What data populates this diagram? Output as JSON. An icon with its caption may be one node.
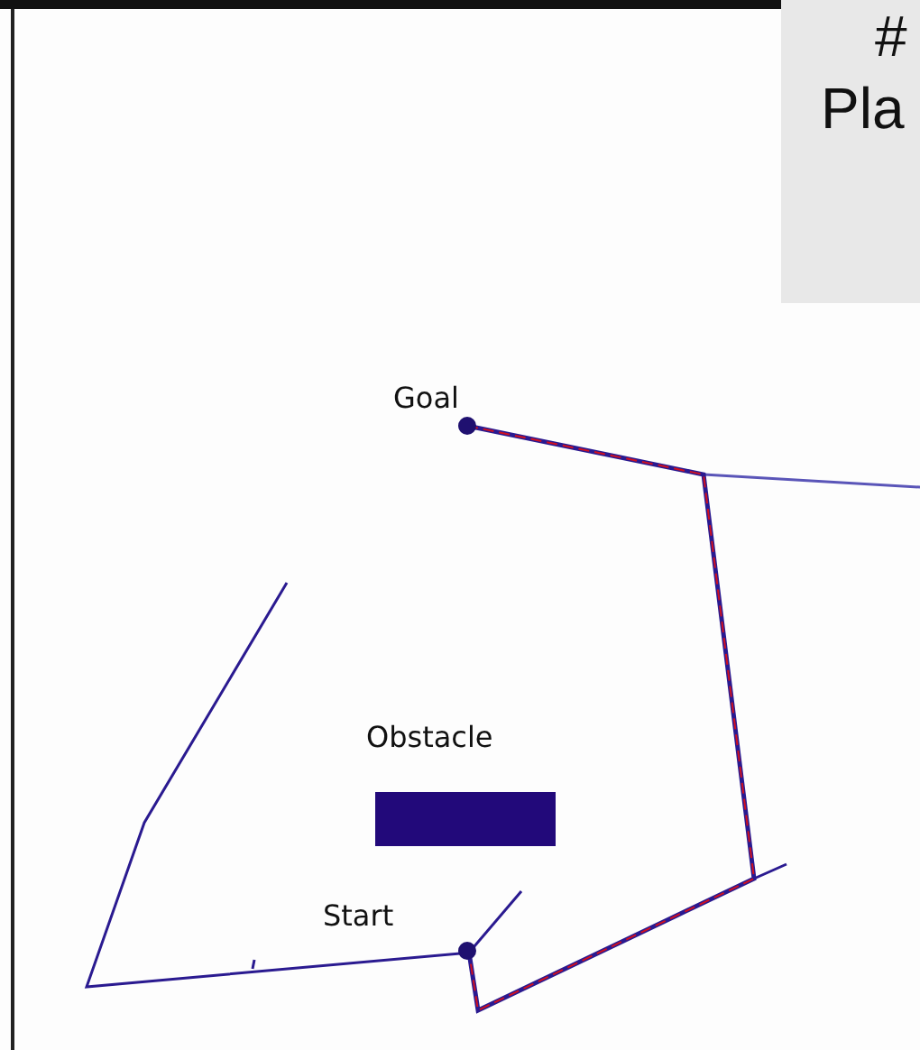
{
  "diagram": {
    "labels": [
      "#",
      "Pla",
      "Goal",
      "Obstacle",
      "Start"
    ]
  }
}
